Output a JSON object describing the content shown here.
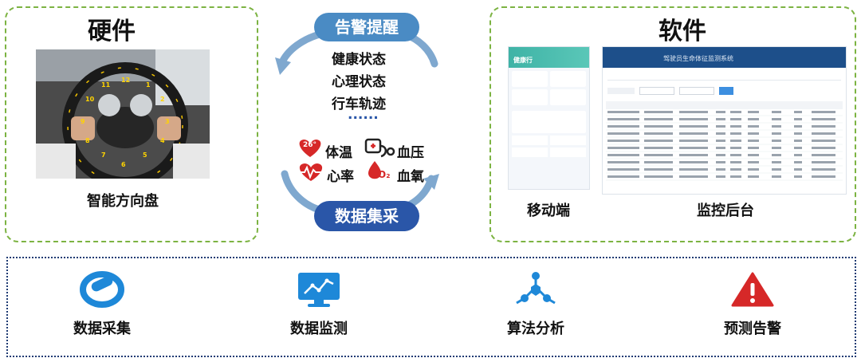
{
  "hardware": {
    "title": "硬件",
    "caption": "智能方向盘",
    "wheel_numbers": [
      "12",
      "11",
      "1",
      "10",
      "2",
      "9",
      "3",
      "8",
      "4",
      "7",
      "5",
      "6"
    ]
  },
  "software": {
    "title": "软件",
    "mobile_caption": "移动端",
    "console_caption": "监控后台",
    "console_header_title": "驾驶员生命体征监测系统",
    "phone_app_name": "健康行"
  },
  "alert": {
    "label": "告警提醒",
    "items": [
      "健康状态",
      "心理状态",
      "行车轨迹"
    ],
    "more": "......"
  },
  "collection": {
    "label": "数据集采",
    "vitals": [
      {
        "icon": "thermometer-icon",
        "badge": "26°",
        "label": "体温"
      },
      {
        "icon": "blood-pressure-icon",
        "label": "血压"
      },
      {
        "icon": "heart-rate-icon",
        "label": "心率"
      },
      {
        "icon": "oxygen-icon",
        "badge": "O₂",
        "label": "血氧"
      }
    ]
  },
  "features": [
    {
      "icon": "wristband-icon",
      "label": "数据采集"
    },
    {
      "icon": "monitor-chart-icon",
      "label": "数据监测"
    },
    {
      "icon": "network-icon",
      "label": "算法分析"
    },
    {
      "icon": "warning-icon",
      "label": "预测告警"
    }
  ],
  "colors": {
    "panel_border": "#7cb342",
    "alert_pill": "#4a8bc4",
    "collection_pill": "#2a56a8",
    "bottom_border": "#1f3b73",
    "icon_blue": "#1e88d8",
    "warning_red": "#d62828"
  }
}
